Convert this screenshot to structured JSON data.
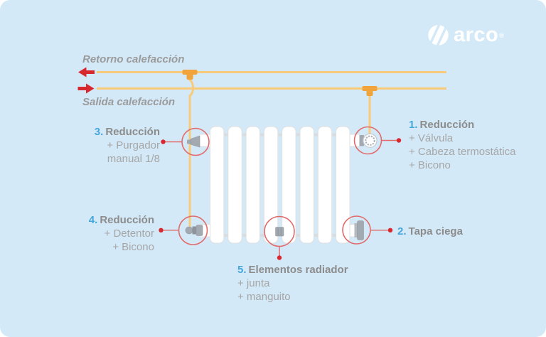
{
  "brand": {
    "name": "arco",
    "registered": "®",
    "logo_icon": "arco-circle-stripes-icon"
  },
  "colors": {
    "background": "#d4e9f7",
    "pipe_yellow": "#f8ca79",
    "fitting_orange": "#f1a43c",
    "arrow_red": "#d7282f",
    "callout_red": "#e16a6a",
    "metal_gray": "#a2a9b0",
    "radiator_white": "#ffffff",
    "heading_gray": "#8c8c8c",
    "item_gray": "#a6a6a6",
    "number_blue": "#45a7d9"
  },
  "pipes": {
    "retorno_label": "Retorno calefacción",
    "salida_label": "Salida calefacción",
    "retorno_flow_icon": "arrow-left",
    "salida_flow_icon": "arrow-right"
  },
  "callouts": {
    "c1": {
      "number": "1.",
      "title": "Reducción",
      "items": [
        "+ Válvula",
        "+ Cabeza termostática",
        "+ Bicono"
      ]
    },
    "c2": {
      "number": "2.",
      "title": "Tapa ciega",
      "items": []
    },
    "c3": {
      "number": "3.",
      "title": "Reducción",
      "items": [
        "+ Purgador",
        "manual 1/8"
      ]
    },
    "c4": {
      "number": "4.",
      "title": "Reducción",
      "items": [
        "+ Detentor",
        "+ Bicono"
      ]
    },
    "c5": {
      "number": "5.",
      "title": "Elementos radiador",
      "items": [
        "+ junta",
        "+ manguito"
      ]
    }
  }
}
